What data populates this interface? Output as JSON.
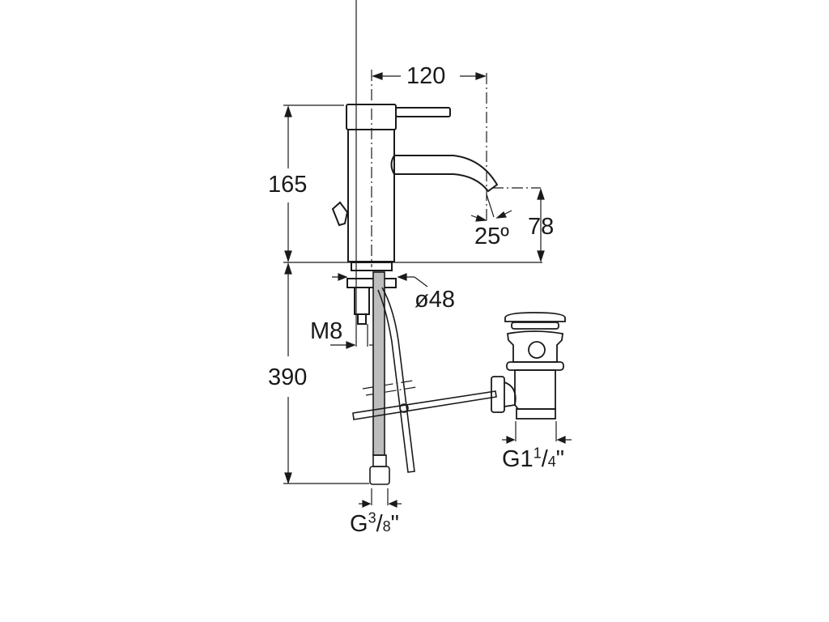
{
  "diagram": {
    "subject": "single-lever basin mixer with pop-up waste",
    "line_color": "#1a1a1a",
    "background": "#ffffff",
    "dimensions": {
      "spout_reach": "120",
      "total_height": "165",
      "spout_height": "78",
      "spout_angle": "25º",
      "base_diameter": "ø48",
      "stud_thread": "M8",
      "hose_length": "390",
      "hose_connection": {
        "prefix": "G",
        "num": "3",
        "den": "8",
        "suffix": "\""
      },
      "waste_connection": {
        "prefix": "G1",
        "num": "1",
        "den": "4",
        "suffix": "\""
      }
    }
  }
}
